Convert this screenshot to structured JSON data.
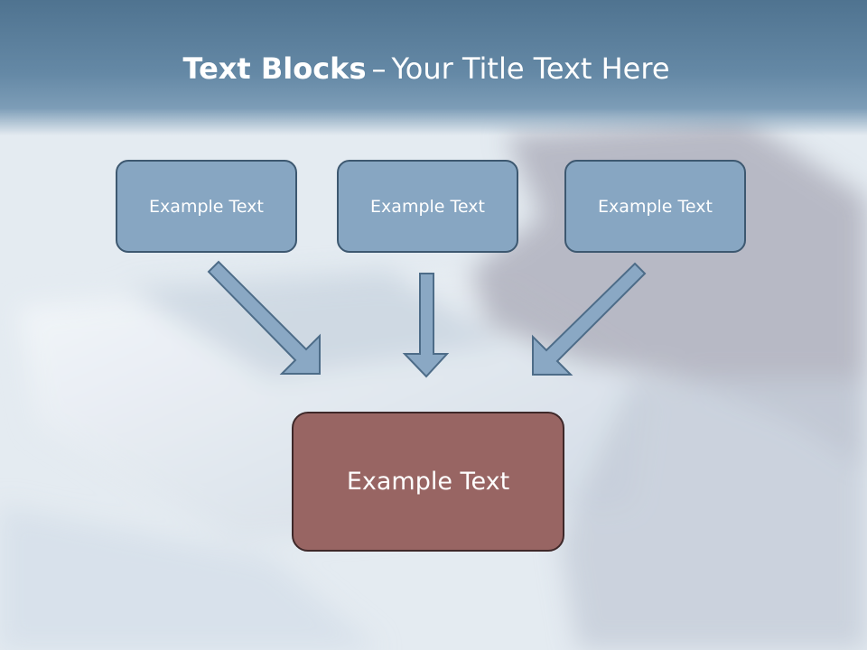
{
  "title": {
    "bold": "Text Blocks",
    "separator": "–",
    "rest": "Your Title Text Here"
  },
  "boxes": [
    {
      "label": "Example Text"
    },
    {
      "label": "Example Text"
    },
    {
      "label": "Example Text"
    }
  ],
  "target": {
    "label": "Example Text"
  },
  "colors": {
    "top_box_fill": "#87a6c2",
    "top_box_border": "#3d5870",
    "target_fill": "#986563",
    "target_border": "#3e2829",
    "arrow_fill": "#8aa8c4",
    "arrow_stroke": "#4d6c88",
    "title_band": "#5e83a1"
  }
}
